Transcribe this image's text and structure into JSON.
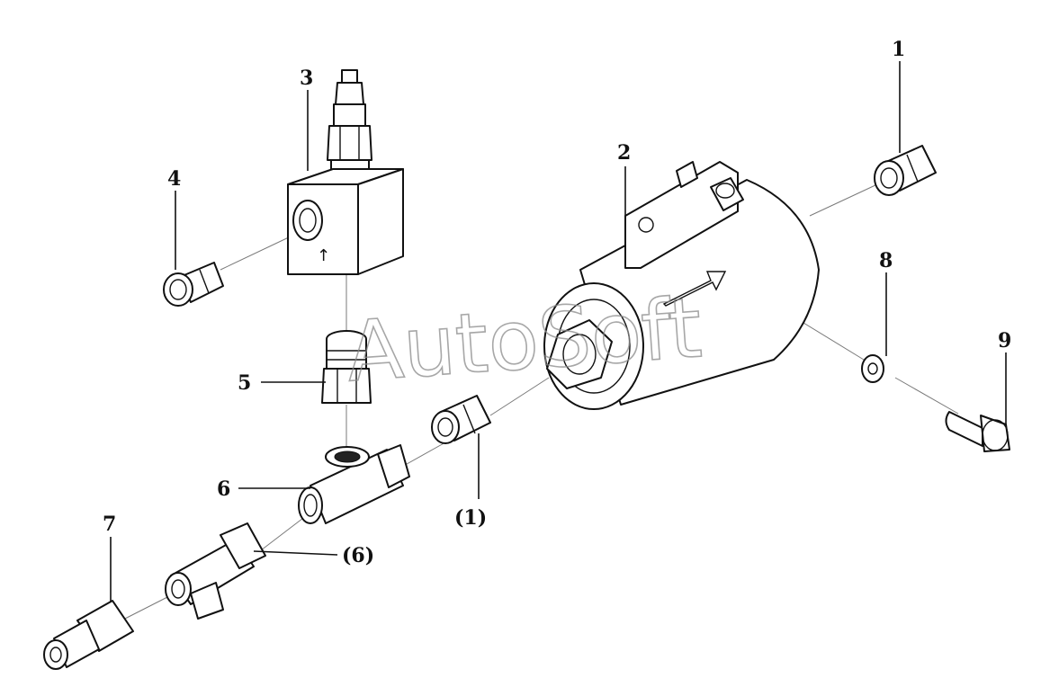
{
  "watermark": "AutoSoft",
  "callouts": {
    "c1": "1",
    "c2": "2",
    "c3": "3",
    "c4": "4",
    "c5": "5",
    "c6": "6",
    "c7": "7",
    "c8": "8",
    "c9": "9",
    "c1b": "(1)",
    "c6b": "(6)"
  },
  "valve_mark": "↑"
}
